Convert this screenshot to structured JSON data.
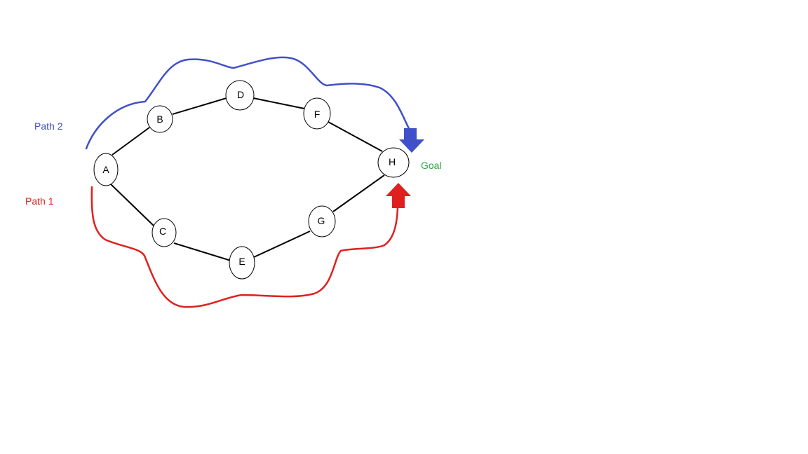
{
  "diagram": {
    "nodes": [
      {
        "id": "A",
        "label": "A"
      },
      {
        "id": "B",
        "label": "B"
      },
      {
        "id": "C",
        "label": "C"
      },
      {
        "id": "D",
        "label": "D"
      },
      {
        "id": "E",
        "label": "E"
      },
      {
        "id": "F",
        "label": "F"
      },
      {
        "id": "G",
        "label": "G"
      },
      {
        "id": "H",
        "label": "H"
      }
    ],
    "edges": [
      [
        "A",
        "B"
      ],
      [
        "B",
        "D"
      ],
      [
        "D",
        "F"
      ],
      [
        "F",
        "H"
      ],
      [
        "A",
        "C"
      ],
      [
        "C",
        "E"
      ],
      [
        "E",
        "G"
      ],
      [
        "G",
        "H"
      ]
    ],
    "paths": [
      {
        "label": "Path 2",
        "color": "#4050c8",
        "route": [
          "A",
          "B",
          "D",
          "F",
          "H"
        ]
      },
      {
        "label": "Path 1",
        "color": "#e02020",
        "route": [
          "A",
          "C",
          "E",
          "G",
          "H"
        ]
      }
    ],
    "goal": {
      "label": "Goal",
      "color": "#28a745",
      "node": "H"
    }
  }
}
